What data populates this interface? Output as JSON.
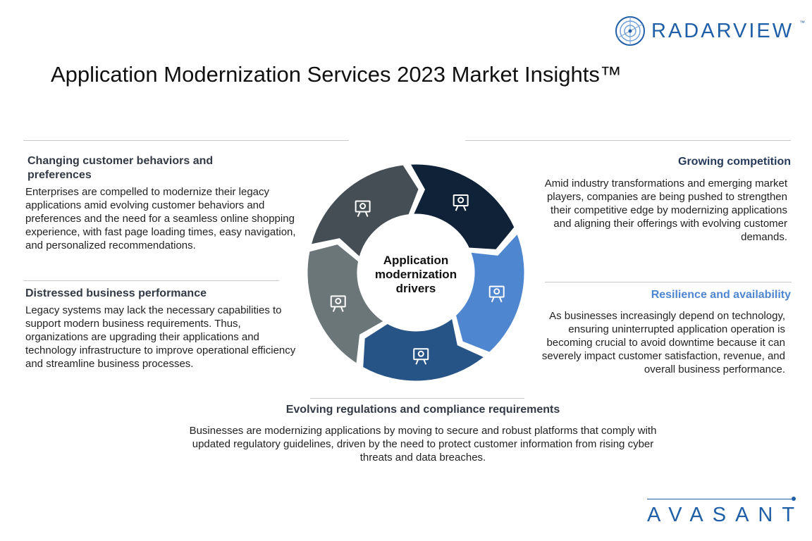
{
  "brand": {
    "radarview": "RADARVIEW",
    "tm": "™",
    "avasant": "AVASANT"
  },
  "title": "Application Modernization Services 2023 Market Insights™",
  "center_label": "Application modernization drivers",
  "colors": {
    "navy": "#0f2238",
    "light_blue": "#4f86d0",
    "mid_blue": "#265486",
    "gray": "#6b7679",
    "dark_gray": "#454d55"
  },
  "segments": [
    {
      "icon": "presentation-chart-icon",
      "color": "#0f2238"
    },
    {
      "icon": "users-sync-icon",
      "color": "#4f86d0"
    },
    {
      "icon": "code-gears-icon",
      "color": "#265486"
    },
    {
      "icon": "broadcast-tower-icon",
      "color": "#6b7679"
    },
    {
      "icon": "monitor-gears-icon",
      "color": "#454d55"
    }
  ],
  "drivers": {
    "customer": {
      "heading": "Changing customer behaviors and preferences",
      "body": "Enterprises are compelled to modernize their legacy applications amid evolving customer behaviors and preferences and the need for a seamless online shopping experience, with fast page loading times, easy navigation, and personalized recommendations."
    },
    "distressed": {
      "heading": "Distressed business performance",
      "body": "Legacy systems may lack the necessary capabilities to support modern business requirements. Thus, organizations are upgrading their applications and technology infrastructure to improve operational efficiency and streamline business processes."
    },
    "competition": {
      "heading": "Growing competition",
      "body": "Amid industry transformations and emerging market players, companies are being pushed to strengthen their competitive edge by modernizing applications and aligning their offerings with evolving customer demands."
    },
    "resilience": {
      "heading": "Resilience and availability",
      "body": "As businesses increasingly depend on technology, ensuring uninterrupted application operation is becoming crucial to avoid downtime because it can severely impact customer satisfaction, revenue, and overall business performance."
    },
    "regulations": {
      "heading": "Evolving regulations and compliance requirements",
      "body": "Businesses are modernizing applications by moving to secure and robust platforms that comply with updated regulatory guidelines, driven by the need to protect customer information from rising cyber threats and data breaches."
    }
  }
}
